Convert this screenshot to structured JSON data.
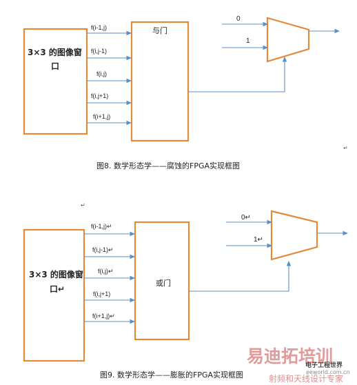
{
  "figures": [
    {
      "window_label_line1": "3×3 的图像窗",
      "window_label_line2": "口",
      "signals": [
        "f(i-1,j)",
        "f(i,j-1)",
        "f(i,j)",
        "f(i,j+1)",
        "f(i+1,j)"
      ],
      "gate_label": "与门",
      "mux_input_0": "0",
      "mux_input_1": "1",
      "caption": "图8. 数学形态学——腐蚀的FPGA实现框图",
      "para_mark": "↵"
    },
    {
      "window_label_line1": "3×3 的图像窗",
      "window_label_line2": "口↵",
      "signals": [
        "f(i-1,j)↵",
        "f(i,j-1)↵",
        "f(i,j)↵",
        "f(i,j+1)",
        "f(i+1,j)↵"
      ],
      "gate_label": "或门",
      "mux_input_0": "0↵",
      "mux_input_1": "1↵",
      "caption": "图9. 数学形态学——膨胀的FPGA实现框图",
      "para_mark": "↵"
    }
  ],
  "watermark": {
    "main": "易迪拓培训",
    "sub": "射频和天线设计专家",
    "url": "eeworld.com.cn",
    "logo": "电子工程世界"
  },
  "colors": {
    "box_stroke": "#e08a3a",
    "wire": "#5b8fc7",
    "watermark": "#d77a7a"
  }
}
